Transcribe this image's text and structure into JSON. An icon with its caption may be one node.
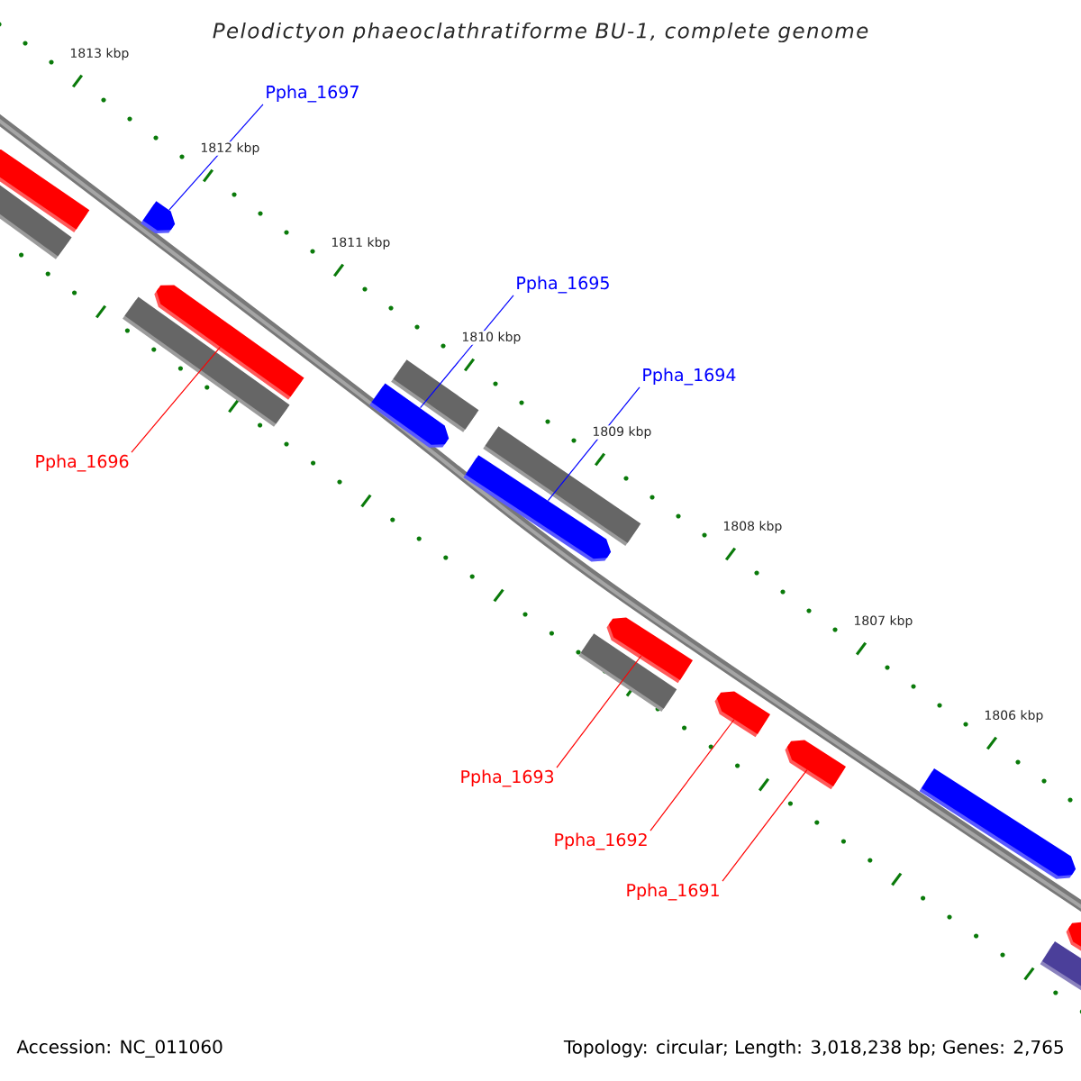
{
  "diagram": {
    "title": "Pelodictyon phaeoclathratiforme BU-1, complete genome",
    "nodes": [
      {
        "text": [
          "Ppha_1697"
        ]
      },
      {
        "text": [],
        "shape": "bar"
      },
      {
        "text": [
          "Ppha_1696"
        ]
      },
      {
        "text": [],
        "shape": "bar"
      },
      {
        "text": [
          "Ppha_1695"
        ]
      },
      {
        "text": [],
        "shape": "bar"
      },
      {
        "text": [
          "Ppha_1694"
        ]
      },
      {
        "text": [],
        "shape": "bar"
      },
      {
        "text": [
          "Ppha_1693"
        ]
      },
      {
        "text": [],
        "shape": "bar"
      },
      {
        "text": [
          "Ppha_1692"
        ]
      },
      {
        "text": [],
        "shape": "bar"
      },
      {
        "text": [
          "Ppha_1691"
        ]
      },
      {
        "text": [],
        "shape": "bar"
      },
      {
        "text": [],
        "shape": "bar"
      },
      {
        "text": [],
        "shape": "bar"
      },
      {
        "text": [],
        "shape": "bar"
      },
      {
        "text": [],
        "shape": "bar"
      },
      {
        "text": [],
        "shape": "bar"
      },
      {
        "text": [],
        "shape": "bar"
      },
      {
        "text": [],
        "shape": "bar"
      },
      {
        "text": [],
        "shape": "bar"
      },
      {
        "text": [],
        "shape": "bar"
      }
    ],
    "edges": [
      {
        "from": 0,
        "to": 1,
        "arrow": "none",
        "color": "#0000ff"
      },
      {
        "from": 2,
        "to": 3,
        "arrow": "none"
      },
      {
        "from": 4,
        "to": 5,
        "arrow": "none",
        "color": "#0000ff"
      },
      {
        "from": 6,
        "to": 7,
        "arrow": "none",
        "color": "#0000ff"
      },
      {
        "from": 8,
        "to": 9,
        "arrow": "none"
      },
      {
        "from": 10,
        "to": 11,
        "arrow": "none"
      },
      {
        "from": 12,
        "to": 13,
        "arrow": "none"
      }
    ],
    "labels": [
      "1813 kbp",
      "1812 kbp",
      "1811 kbp",
      "1810 kbp",
      "1809 kbp",
      "1808 kbp",
      "1807 kbp",
      "1806 kbp",
      "Accession: NC_011060",
      "Topology: circular; Length: 3,018,238 bp; Genes: 2,765"
    ]
  }
}
